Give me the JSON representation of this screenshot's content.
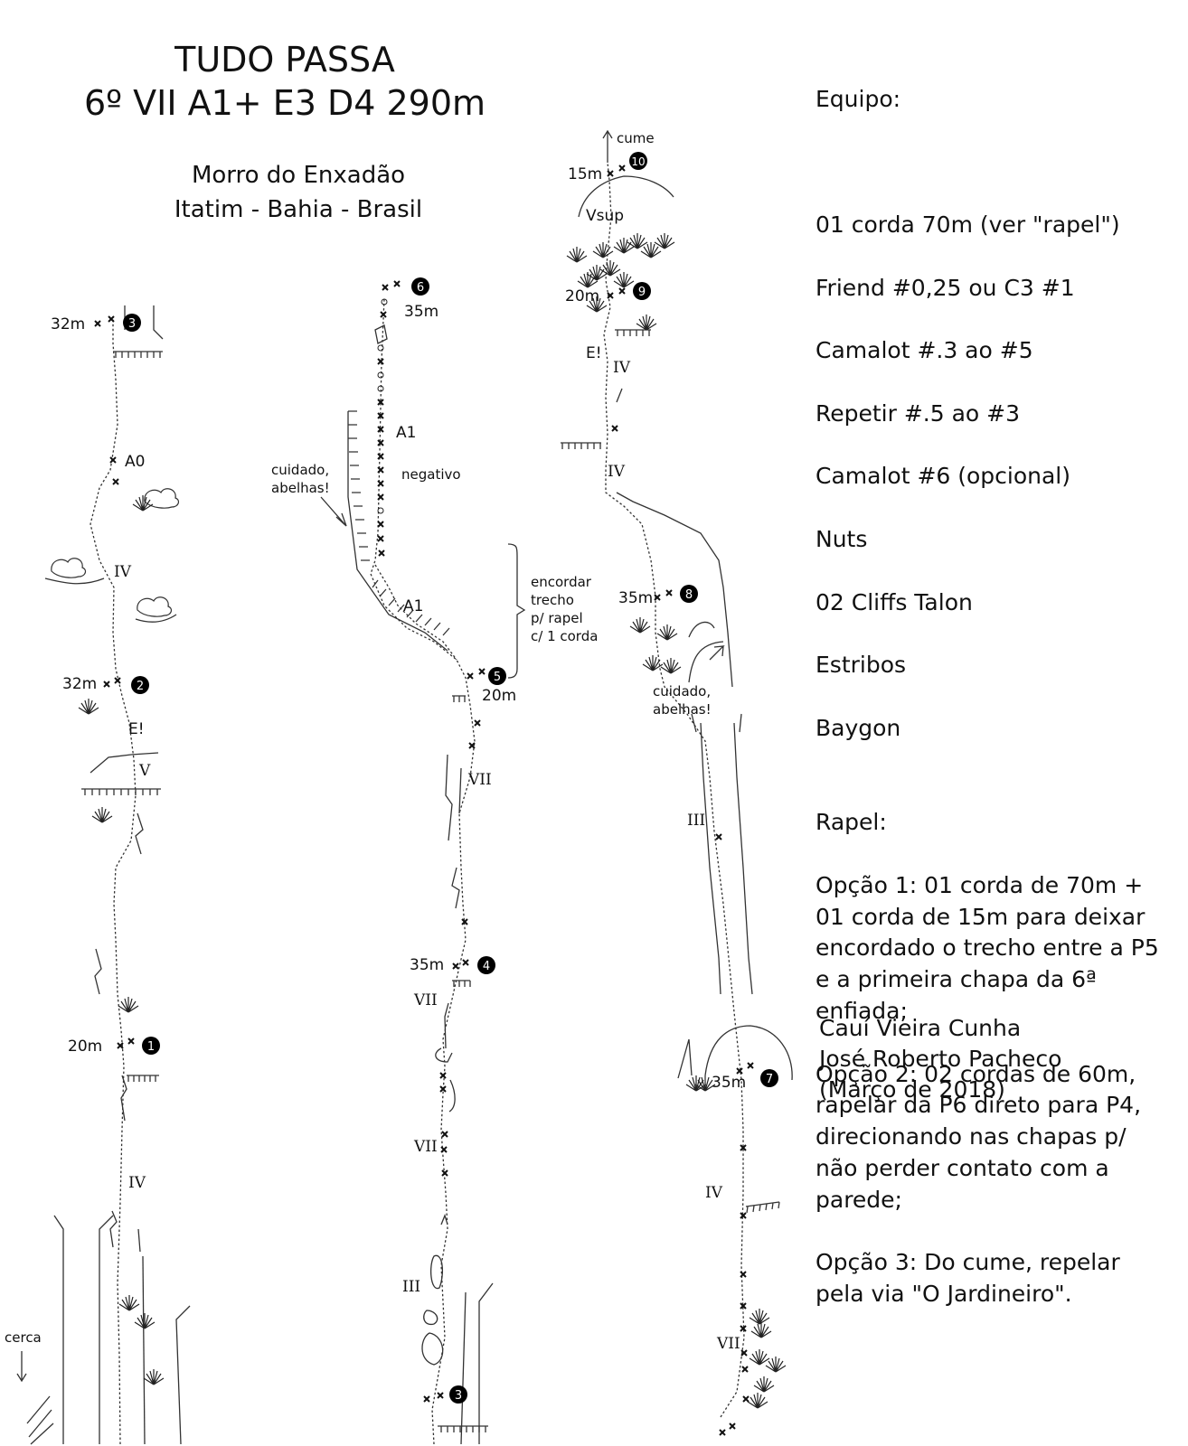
{
  "title": {
    "line1": "TUDO PASSA",
    "line2": "6º VII A1+ E3 D4 290m"
  },
  "location": {
    "line1": "Morro do Enxadão",
    "line2": "Itatim - Bahia - Brasil"
  },
  "equipment": {
    "heading": "Equipo:",
    "items": [
      "01 corda 70m (ver \"rapel\")",
      "Friend #0,25 ou C3 #1",
      "Camalot #.3 ao #5",
      "Repetir #.5 ao #3",
      "Camalot #6 (opcional)",
      "Nuts",
      "02 Cliffs Talon",
      "Estribos",
      "Baygon"
    ]
  },
  "rappel": {
    "heading": "Rapel:",
    "options": [
      "Opção 1: 01 corda de 70m +\n01 corda de 15m para deixar\nencordado o trecho entre a P5\ne a primeira chapa da 6ª\nenfiada;",
      "Opção 2: 02 cordas de 60m,\nrapelar da P6 direto para P4,\ndirecionando nas chapas p/\nnão perder contato com a\nparede;",
      "Opção 3: Do cume, repelar\npela via \"O Jardineiro\"."
    ]
  },
  "authors": {
    "line1": "Cauí Vieira Cunha",
    "line2": "José Roberto Pacheco",
    "line3": "(Março de 2018)"
  },
  "topo": {
    "pitch_numbers": [
      "1",
      "2",
      "3",
      "3",
      "4",
      "5",
      "6",
      "7",
      "8",
      "9",
      "10"
    ],
    "pitch_lengths": [
      "20m",
      "32m",
      "32m",
      "35m",
      "20m",
      "35m",
      "35m",
      "35m",
      "20m",
      "15m"
    ],
    "grades": [
      "IV",
      "V",
      "IV",
      "A0",
      "VII",
      "VII",
      "III",
      "VII",
      "IV",
      "III",
      "IV",
      "IV",
      "Vsup"
    ],
    "aid": [
      "A1",
      "A1"
    ],
    "exposure": [
      "E!",
      "E!"
    ],
    "notes": {
      "fence": "cerca",
      "bees_line1": "cuidado,",
      "bees_line2": "abelhas!",
      "overhang": "negativo",
      "rope_line1": "encordar",
      "rope_line2": "trecho",
      "rope_line3": "p/ rapel",
      "rope_line4": "c/ 1 corda",
      "summit": "cume"
    }
  }
}
